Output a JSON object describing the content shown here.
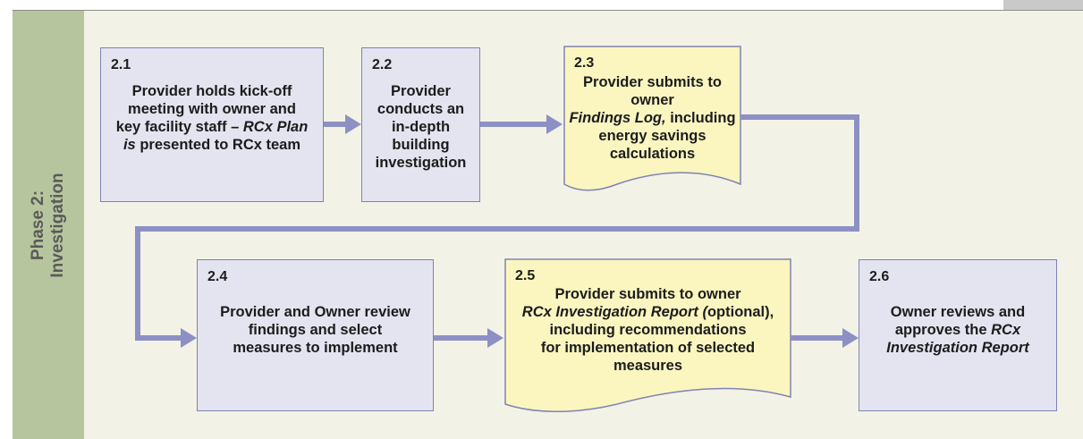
{
  "phase": {
    "line1": "Phase 2:",
    "line2": "Investigation"
  },
  "colors": {
    "sidebar": "#b7c59e",
    "panel": "#f3f2e6",
    "process_box": "#e3e4f0",
    "document_box": "#fbf6c0",
    "border": "#7f83b2",
    "arrow": "#8c90c4"
  },
  "steps": [
    {
      "number": "2.1",
      "shape": "process",
      "lines": [
        [
          "Provider holds kick-off"
        ],
        [
          "meeting with owner and"
        ],
        [
          "key facility staff – ",
          {
            "i": "RCx Plan"
          }
        ],
        [
          {
            "i": "is"
          },
          " presented to RCx team"
        ]
      ]
    },
    {
      "number": "2.2",
      "shape": "process",
      "lines": [
        [
          "Provider"
        ],
        [
          "conducts an"
        ],
        [
          "in-depth"
        ],
        [
          "building"
        ],
        [
          "investigation"
        ]
      ]
    },
    {
      "number": "2.3",
      "shape": "document",
      "lines": [
        [
          "Provider submits to owner"
        ],
        [
          {
            "i": "Findings Log,"
          },
          " including"
        ],
        [
          "energy savings"
        ],
        [
          "calculations"
        ]
      ]
    },
    {
      "number": "2.4",
      "shape": "process",
      "lines": [
        [
          "Provider and Owner review"
        ],
        [
          "findings and select"
        ],
        [
          "measures to implement"
        ]
      ]
    },
    {
      "number": "2.5",
      "shape": "document",
      "lines": [
        [
          "Provider submits to owner"
        ],
        [
          {
            "i": "RCx Investigation Report ("
          },
          "optional),"
        ],
        [
          "including recommendations"
        ],
        [
          "for implementation of selected"
        ],
        [
          "measures"
        ]
      ]
    },
    {
      "number": "2.6",
      "shape": "process",
      "lines": [
        [
          "Owner reviews and"
        ],
        [
          "approves the ",
          {
            "i": "RCx"
          }
        ],
        [
          {
            "i": "Investigation Report"
          }
        ]
      ]
    }
  ]
}
